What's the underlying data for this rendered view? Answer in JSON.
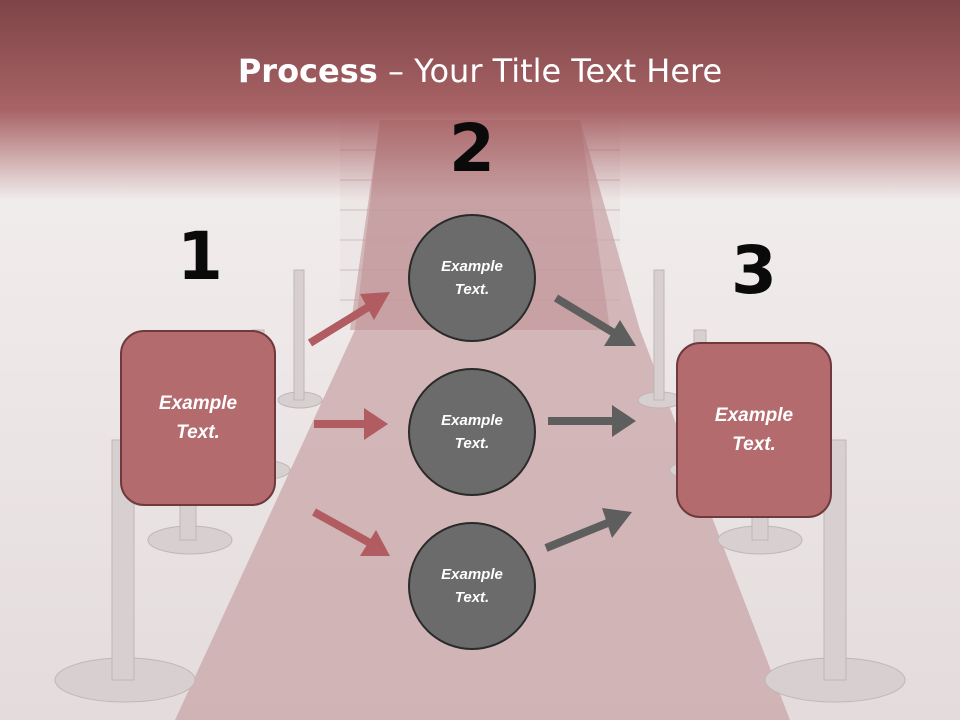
{
  "slide": {
    "title_bold": "Process",
    "title_rest": " – Your Title Text Here",
    "steps": [
      {
        "number": "1",
        "text": "Example Text."
      },
      {
        "number": "2",
        "text": "Example Text."
      },
      {
        "number": "3",
        "text": "Example Text."
      }
    ],
    "middle_items": [
      {
        "text": "Example Text."
      },
      {
        "text": "Example Text."
      },
      {
        "text": "Example Text."
      }
    ],
    "colors": {
      "header": "#a86366",
      "carpet": "#c9a6a8",
      "step_box": "#b46b6e",
      "circle": "#6b6b6b",
      "arrow_red": "#b05c60",
      "arrow_gray": "#5e5e5e"
    }
  }
}
